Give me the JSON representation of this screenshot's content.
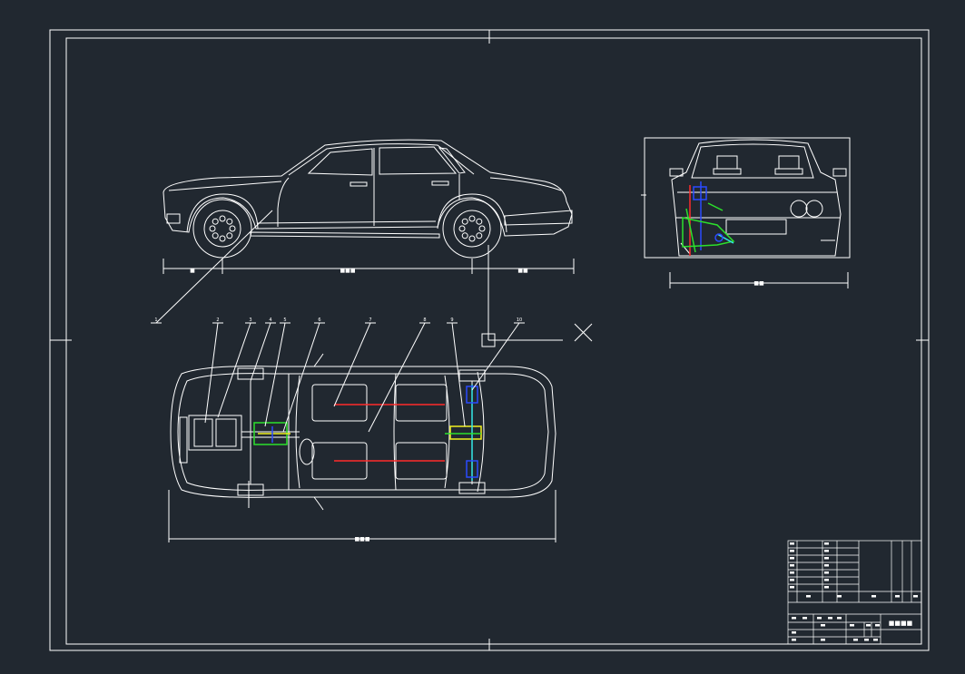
{
  "drawing": {
    "background": "#212830",
    "line_color": "#ffffff",
    "colors": {
      "green": "#2ce02c",
      "blue": "#2b4bff",
      "red": "#ff2a2a",
      "yellow": "#f0f020",
      "cyan": "#34e8e8"
    }
  },
  "views": {
    "side": {
      "name": "side-elevation-view"
    },
    "front": {
      "name": "front-elevation-view"
    },
    "plan": {
      "name": "plan-view"
    }
  },
  "callouts": [
    "1",
    "2",
    "3",
    "4",
    "5",
    "6",
    "7",
    "8",
    "9",
    "10"
  ],
  "dimensions": {
    "side_left": "■",
    "side_mid": "■■■",
    "side_right": "■■",
    "front_width": "■■",
    "plan_length": "■■■"
  },
  "title_block": {
    "title": "■■■■",
    "legible": false
  }
}
